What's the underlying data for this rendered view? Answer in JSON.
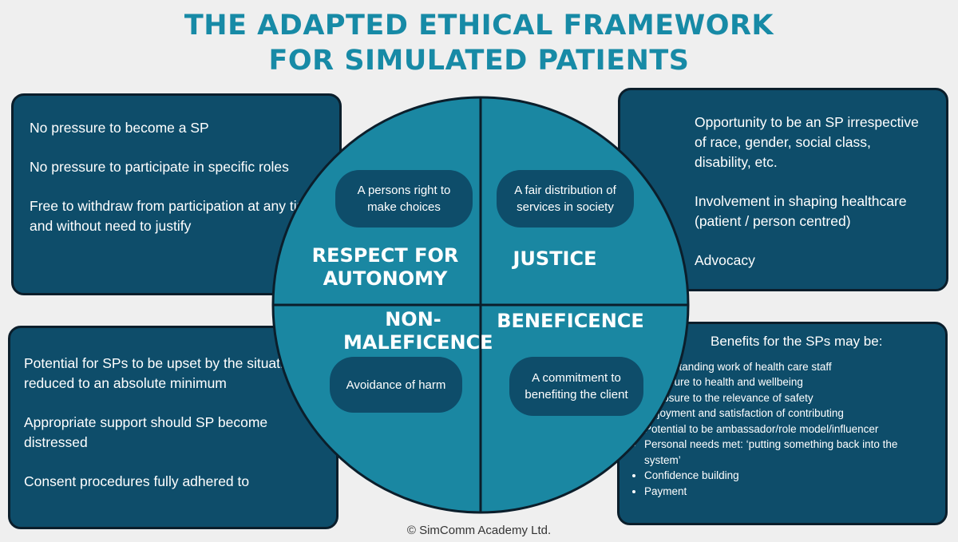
{
  "title": {
    "line1": "THE ADAPTED ETHICAL FRAMEWORK",
    "line2": "FOR SIMULATED PATIENTS"
  },
  "colors": {
    "background": "#efefef",
    "title": "#178aa6",
    "box": "#0e4d6a",
    "circle": "#1a87a2",
    "pill": "#0e4d6a"
  },
  "boxes": {
    "autonomy": [
      "No pressure to become a SP",
      "No pressure to participate in specific roles",
      "Free to withdraw from participation at any time and without need to justify"
    ],
    "justice": [
      "Opportunity to be an SP irrespective of race, gender, social class, disability, etc.",
      "Involvement in shaping healthcare (patient / person centred)",
      "Advocacy"
    ],
    "nonmaleficence": [
      "Potential for SPs to be upset by the situations is reduced to an absolute minimum",
      "Appropriate support should SP become distressed",
      "Consent procedures fully adhered to"
    ],
    "beneficence": {
      "heading": "Benefits for the SPs may be:",
      "items": [
        "Understanding work of health care staff",
        "Exposure to health and wellbeing",
        "Exposure to the relevance of safety",
        "Enjoyment and satisfaction of contributing",
        "Potential to be ambassador/role model/influencer",
        "Personal needs met: ‘putting something back into the system’",
        "Confidence building",
        "Payment"
      ]
    }
  },
  "quadrants": {
    "autonomy": {
      "label_line1": "RESPECT FOR",
      "label_line2": "AUTONOMY",
      "pill": "A persons right to make choices"
    },
    "justice": {
      "label": "JUSTICE",
      "pill": "A fair distribution of services in society"
    },
    "nonmaleficence": {
      "label_line1": "NON-",
      "label_line2": "MALEFICENCE",
      "pill": "Avoidance of harm"
    },
    "beneficence": {
      "label": "BENEFICENCE",
      "pill": "A commitment to benefiting the client"
    }
  },
  "footer": "© SimComm Academy Ltd."
}
